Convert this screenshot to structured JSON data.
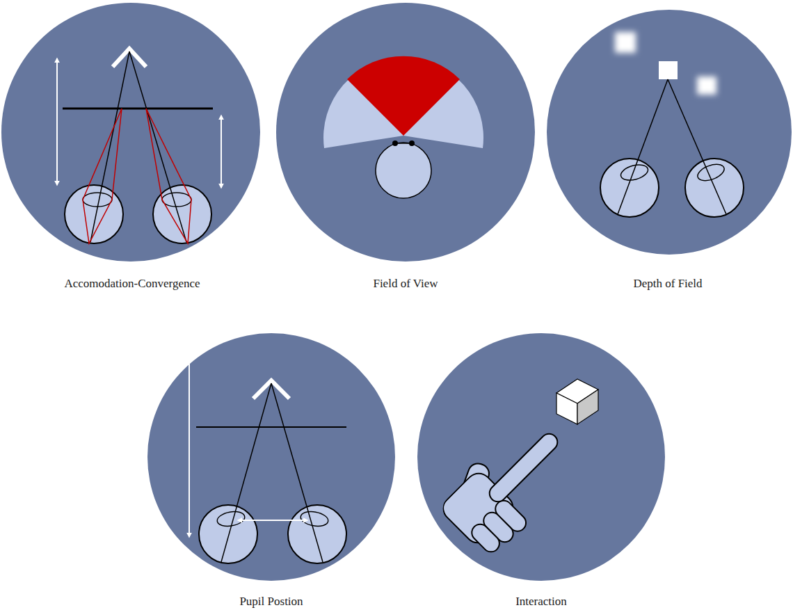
{
  "diagram": {
    "nodes": [
      {
        "text": [
          "Accomodation-Convergence"
        ]
      },
      {
        "text": [
          "Field of View"
        ]
      },
      {
        "text": [
          "Depth of Field"
        ]
      },
      {
        "text": [
          "Pupil Postion"
        ]
      },
      {
        "text": [
          "Interaction"
        ]
      }
    ]
  }
}
